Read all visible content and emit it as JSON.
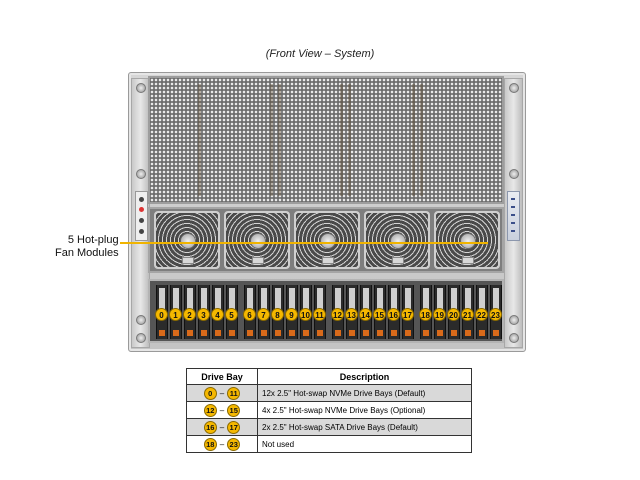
{
  "caption": "(Front View – System)",
  "fan_label_line1": "5 Hot-plug",
  "fan_label_line2": "Fan Modules",
  "accent_color": "#f5b800",
  "drive_bays": [
    "0",
    "1",
    "2",
    "3",
    "4",
    "5",
    "6",
    "7",
    "8",
    "9",
    "10",
    "11",
    "12",
    "13",
    "14",
    "15",
    "16",
    "17",
    "18",
    "19",
    "20",
    "21",
    "22",
    "23"
  ],
  "table": {
    "header_bay": "Drive Bay",
    "header_desc": "Description",
    "rows": [
      {
        "from": "0",
        "to": "11",
        "dash": "–",
        "desc": "12x 2.5\" Hot-swap NVMe Drive  Bays (Default)"
      },
      {
        "from": "12",
        "to": "15",
        "dash": "–",
        "desc": "4x 2.5\" Hot-swap NVMe Drive  Bays (Optional)"
      },
      {
        "from": "16",
        "to": "17",
        "dash": "–",
        "desc": "2x 2.5\" Hot-swap SATA Drive  Bays (Default)"
      },
      {
        "from": "18",
        "to": "23",
        "dash": "–",
        "desc": "Not used"
      }
    ]
  }
}
